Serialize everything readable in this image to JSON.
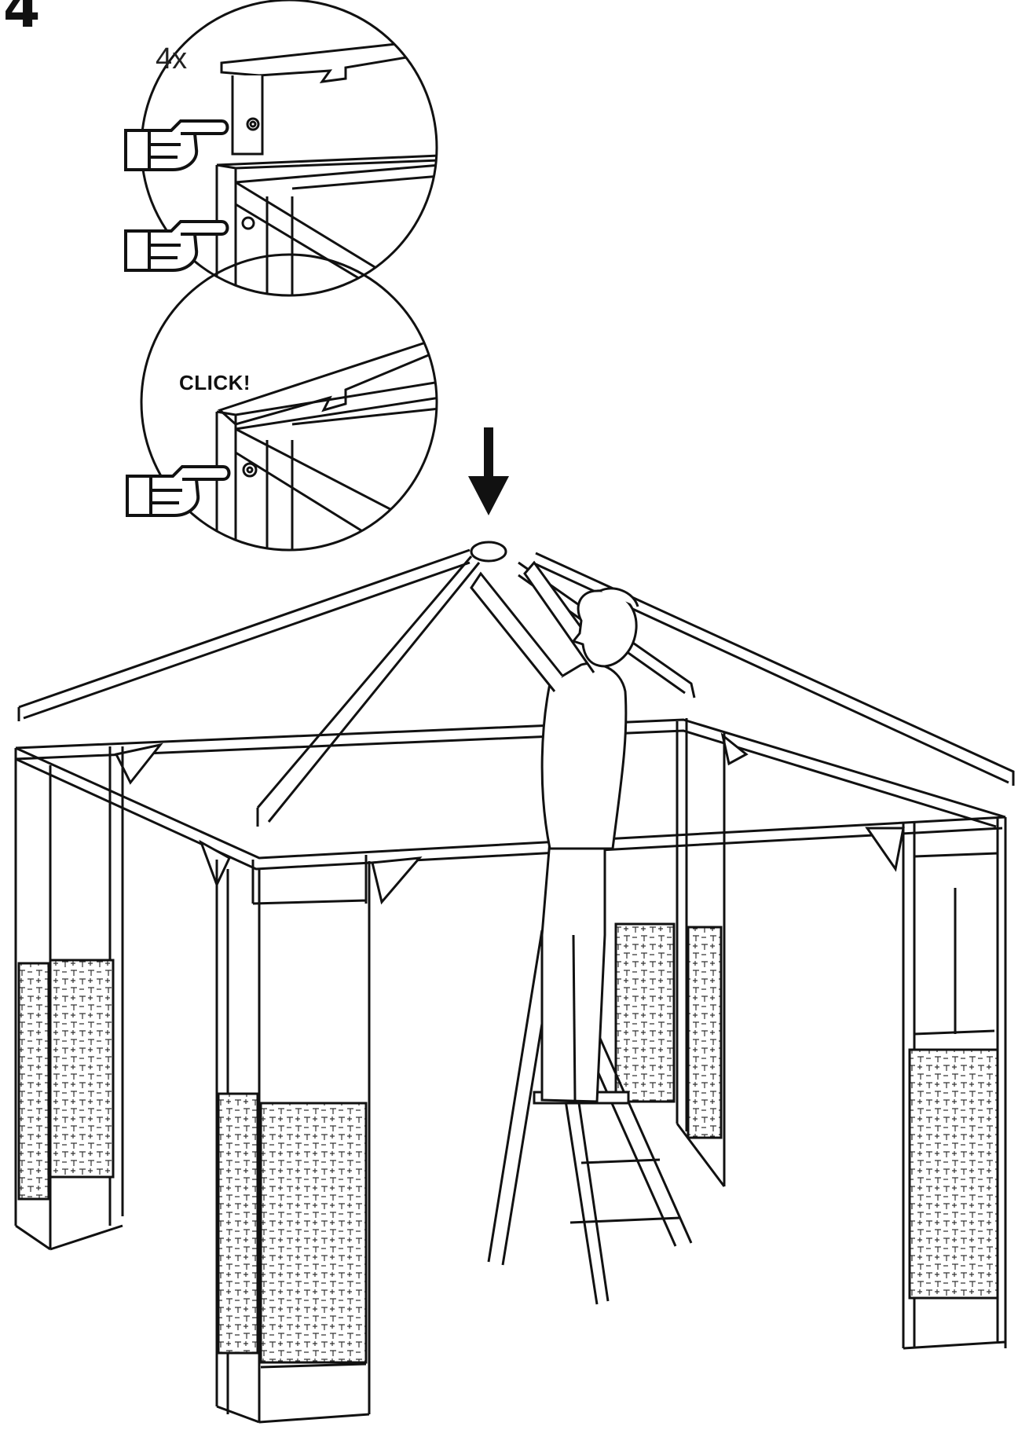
{
  "step": {
    "number": "4"
  },
  "detail_top": {
    "quantity_label": "4x"
  },
  "detail_bottom": {
    "sound_label": "CLICK!"
  },
  "colors": {
    "line": "#111111",
    "background": "#ffffff",
    "panel_fill": "#ffffff"
  },
  "icons": [
    "pointing-hand-icon",
    "down-arrow-icon",
    "person-on-ladder-illustration"
  ]
}
